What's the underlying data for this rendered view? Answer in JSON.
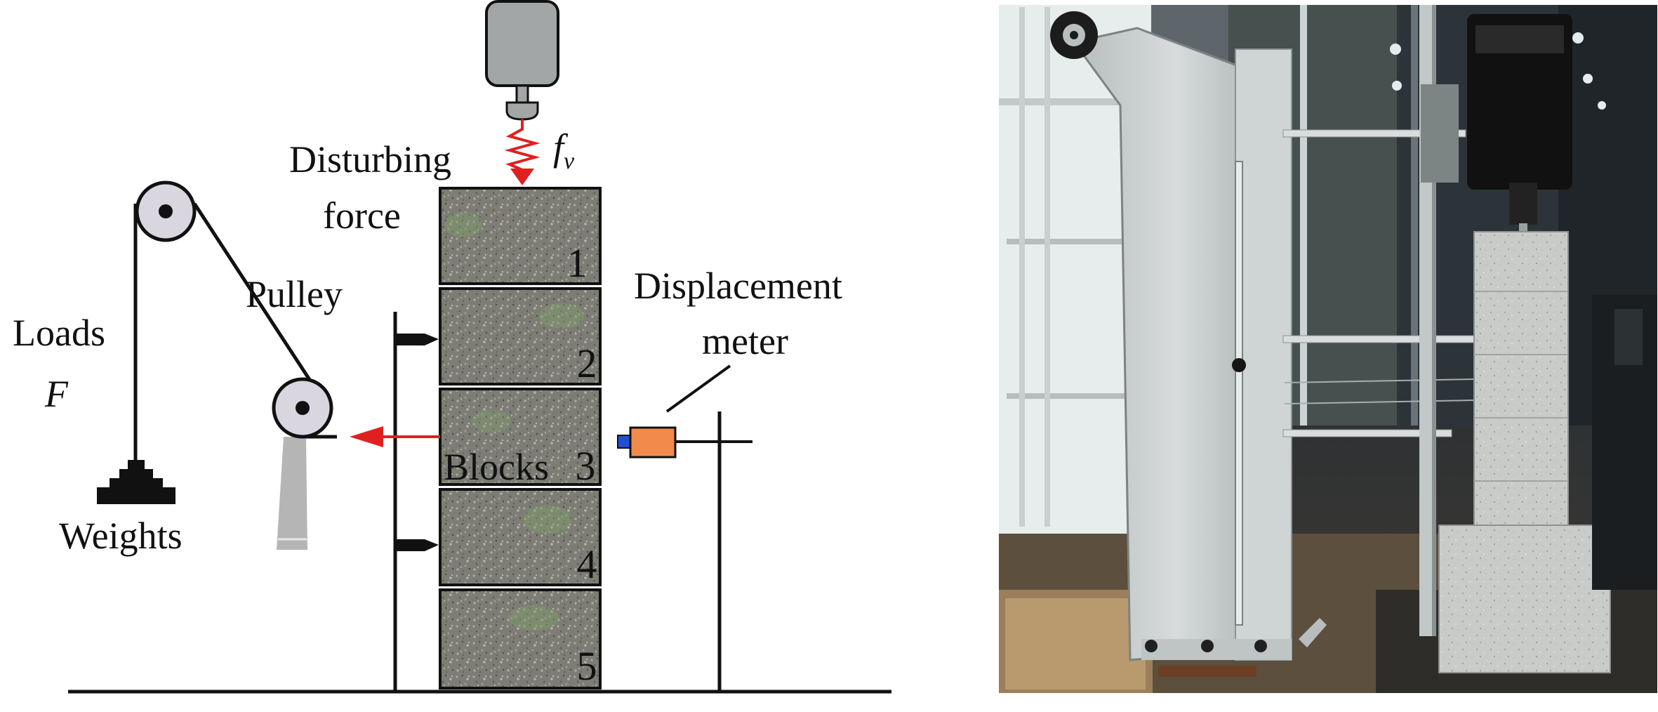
{
  "diagram": {
    "labels": {
      "disturbing_line1": "Disturbing",
      "disturbing_line2": "force",
      "fv_main": "f",
      "fv_sub": "v",
      "pulley": "Pulley",
      "loads": "Loads",
      "force_symbol": "F",
      "weights": "Weights",
      "displacement_line1": "Displacement",
      "displacement_line2": "meter",
      "blocks": "Blocks"
    },
    "blocks": [
      {
        "number": "1"
      },
      {
        "number": "2"
      },
      {
        "number": "3"
      },
      {
        "number": "4"
      },
      {
        "number": "5"
      }
    ],
    "colors": {
      "line": "#111111",
      "spring": "#e02020",
      "arrow": "#e02020",
      "actuator": "#a2a6a7",
      "meter_body": "#f28a4c",
      "meter_tip": "#1f4fd8",
      "block_fill": "#7c7c74",
      "pulley_fill": "#d9d6e0",
      "support": "#b5b5b5"
    }
  },
  "photo": {
    "description_icon": "experimental-apparatus-photo"
  }
}
